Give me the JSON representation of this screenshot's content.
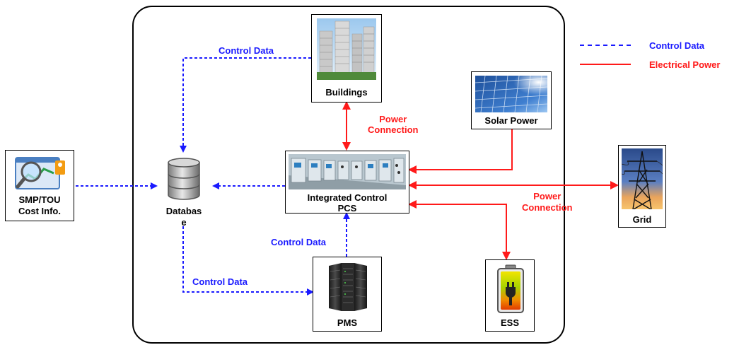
{
  "legend": {
    "control_data": "Control Data",
    "electrical_power": "Electrical Power",
    "colors": {
      "control": "#1a1aff",
      "power": "#ff1a1a"
    }
  },
  "nodes": {
    "smp": {
      "label_line1": "SMP/TOU",
      "label_line2": "Cost Info.",
      "icon": "price-chart-magnifier-icon"
    },
    "database": {
      "label_line1": "Databas",
      "label_line2": "e",
      "icon": "database-cylinder-icon"
    },
    "buildings": {
      "label": "Buildings",
      "icon": "apartment-buildings-photo"
    },
    "pcs": {
      "label_line1": "Integrated Control",
      "label_line2": "PCS",
      "icon": "control-panel-photo"
    },
    "solar": {
      "label": "Solar Power",
      "icon": "solar-panel-photo"
    },
    "grid": {
      "label": "Grid",
      "icon": "transmission-tower-photo"
    },
    "pms": {
      "label": "PMS",
      "icon": "server-rack-photo"
    },
    "ess": {
      "label": "ESS",
      "icon": "battery-plug-icon"
    }
  },
  "edges": {
    "buildings_to_db": "Control Data",
    "buildings_pcs": {
      "line1": "Power",
      "line2": "Connection"
    },
    "pms_to_pcs": "Control Data",
    "db_to_pms": "Control Data",
    "pcs_grid": {
      "line1": "Power",
      "line2": "Connection"
    }
  }
}
